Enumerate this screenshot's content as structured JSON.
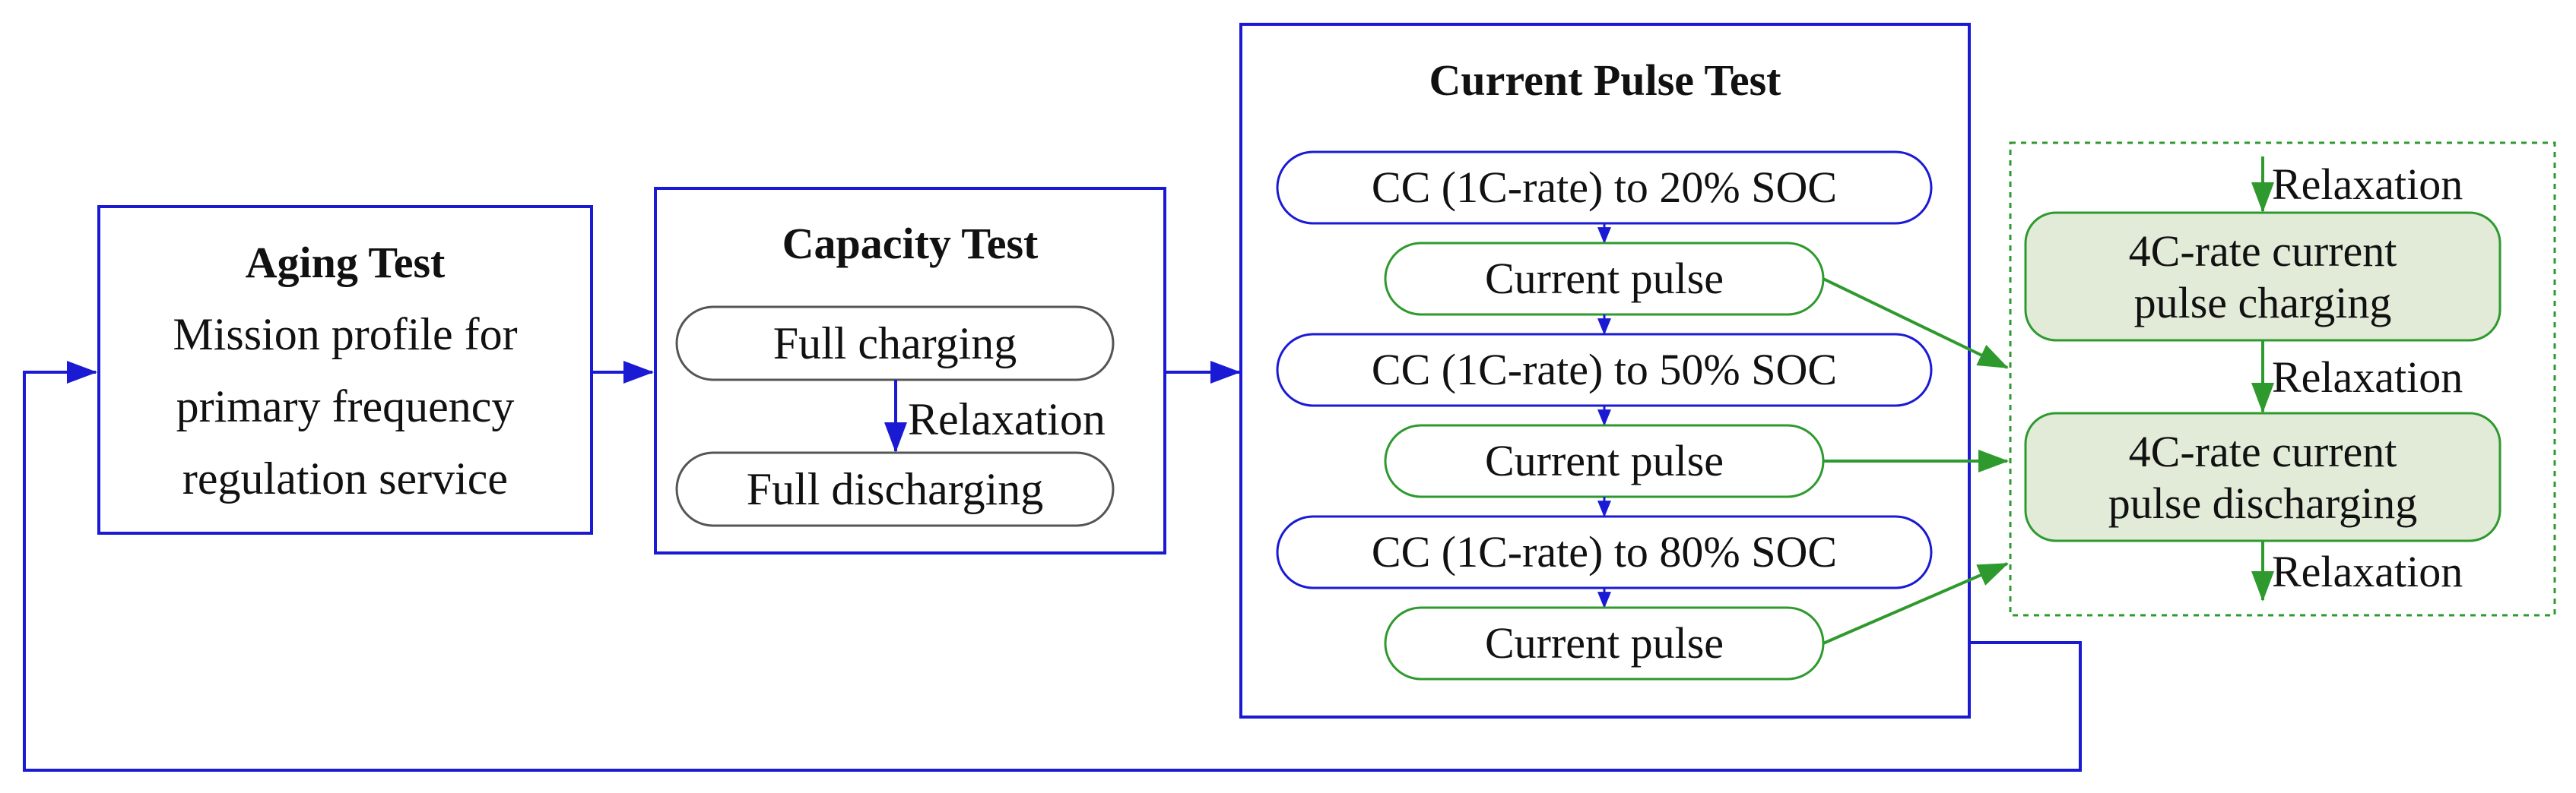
{
  "colors": {
    "blue": "#1a1ad4",
    "green": "#2e9a2e",
    "gray_outline": "#555555",
    "green_fill": "#e2ead8",
    "text": "#111111"
  },
  "aging": {
    "title": "Aging Test",
    "lines": [
      "Mission profile for",
      "primary frequency",
      "regulation service"
    ]
  },
  "capacity": {
    "title": "Capacity Test",
    "full_charging": "Full charging",
    "relaxation": "Relaxation",
    "full_discharging": "Full discharging"
  },
  "current_pulse": {
    "title": "Current Pulse Test",
    "steps": [
      {
        "cc": "CC (1C-rate) to 20% SOC",
        "pulse": "Current pulse"
      },
      {
        "cc": "CC (1C-rate) to 50% SOC",
        "pulse": "Current pulse"
      },
      {
        "cc": "CC (1C-rate) to 80% SOC",
        "pulse": "Current pulse"
      }
    ]
  },
  "pulse_detail": {
    "relaxation_top": "Relaxation",
    "charging_line1": "4C-rate current",
    "charging_line2": "pulse charging",
    "relaxation_mid": "Relaxation",
    "discharging_line1": "4C-rate current",
    "discharging_line2": "pulse discharging",
    "relaxation_bottom": "Relaxation"
  }
}
